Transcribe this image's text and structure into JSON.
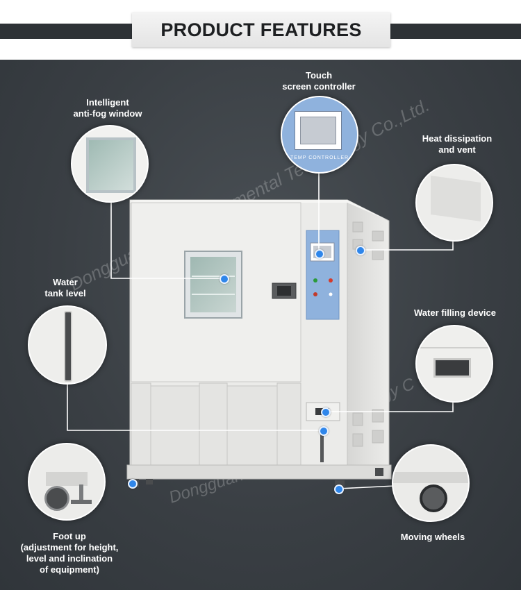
{
  "header": {
    "title": "PRODUCT FEATURES"
  },
  "watermark": {
    "text": "Dongguan Liyi Environmental Technology Co.,Ltd.",
    "short": "Dongguan Liyi Envi",
    "short2": "ology C"
  },
  "features": {
    "touch_screen": {
      "line1": "Touch",
      "line2": "screen controller"
    },
    "anti_fog_window": {
      "line1": "Intelligent",
      "line2": "anti-fog window"
    },
    "heat_vent": {
      "line1": "Heat dissipation",
      "line2": "and vent"
    },
    "water_tank": {
      "line1": "Water",
      "line2": "tank level"
    },
    "water_filling": {
      "line1": "Water filling device"
    },
    "foot_up": {
      "line1": "Foot up",
      "line2": "(adjustment for height,",
      "line3": "level and inclination",
      "line4": "of equipment)"
    },
    "moving_wheels": {
      "line1": "Moving wheels"
    }
  },
  "controller_panel": {
    "caption": "TEMP CONTROLLER"
  },
  "colors": {
    "accent_dot": "#2f86ea",
    "background": "#3a3f44",
    "machine": "#e9e9e7",
    "panel": "#8fb2dd"
  }
}
